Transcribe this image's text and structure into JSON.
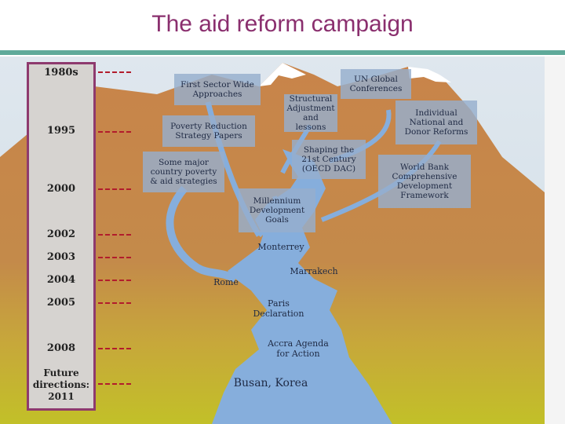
{
  "title": "The aid reform campaign",
  "timeline": {
    "years": [
      "1980s",
      "1995",
      "2000",
      "2002",
      "2003",
      "2004",
      "2005",
      "2008"
    ],
    "future": [
      "Future",
      "directions:",
      "2011"
    ]
  },
  "upper_boxes": {
    "first_sector": "First Sector Wide Approaches",
    "un_global": "UN Global Conferences",
    "structural": "Structural Adjustment and lessons",
    "poverty_reduction": "Poverty Reduction Strategy Papers",
    "individual": "Individual National and Donor Reforms",
    "shaping": "Shaping the 21st Century (OECD DAC)",
    "some_major": "Some major country poverty & aid strategies",
    "world_bank": "World Bank Comprehensive Development Framework",
    "mdg": "Millennium Development Goals"
  },
  "river_labels": {
    "monterrey": "Monterrey",
    "marrakech": "Marrakech",
    "rome": "Rome",
    "paris": "Paris Declaration",
    "accra": "Accra Agenda for Action",
    "busan": "Busan, Korea"
  },
  "colors": {
    "title": "#8a2f6e",
    "rule": "#5faa9a",
    "timeline_border": "#8e3a6e",
    "dash": "#b21c2c",
    "mountain": "#c8844a",
    "river": "#86aedc"
  }
}
